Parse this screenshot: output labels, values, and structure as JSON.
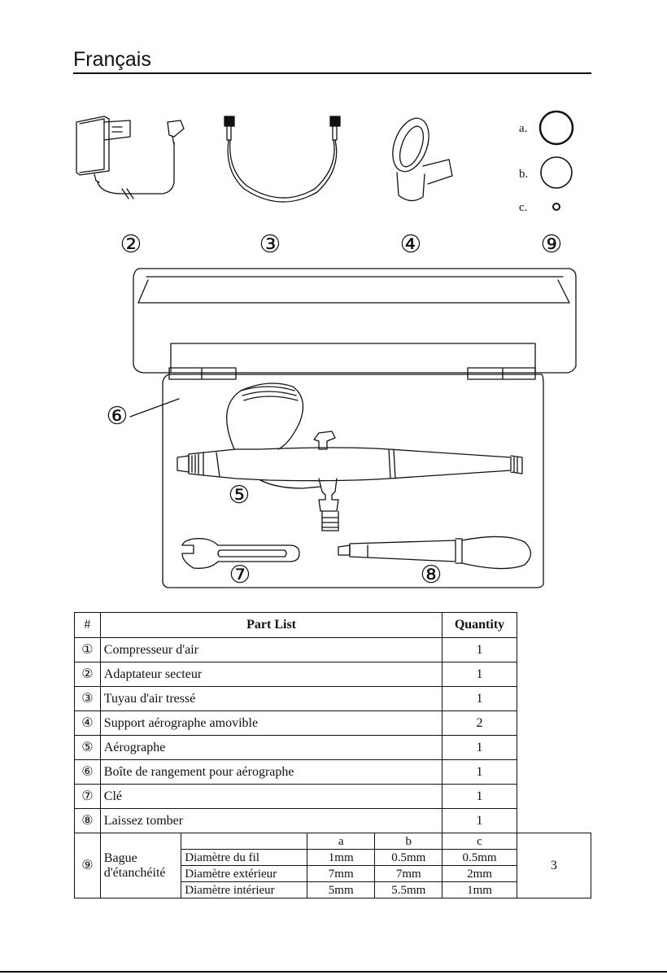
{
  "header": {
    "language_title": "Français"
  },
  "labels": {
    "adapter": "②",
    "hose": "③",
    "holder": "④",
    "seals": "⑨",
    "case": "⑥",
    "airbrush": "⑤",
    "wrench": "⑦",
    "dropper": "⑧"
  },
  "seal_rings": {
    "a": "a.",
    "b": "b.",
    "c": "c."
  },
  "table": {
    "headers": {
      "num": "#",
      "part_list": "Part List",
      "quantity": "Quantity"
    },
    "rows": [
      {
        "num": "①",
        "name": "Compresseur d'air",
        "qty": "1"
      },
      {
        "num": "②",
        "name": "Adaptateur secteur",
        "qty": "1"
      },
      {
        "num": "③",
        "name": "Tuyau d'air tressé",
        "qty": "1"
      },
      {
        "num": "④",
        "name": "Support aérographe amovible",
        "qty": "2"
      },
      {
        "num": "⑤",
        "name": "Aérographe",
        "qty": "1"
      },
      {
        "num": "⑥",
        "name": "Boîte de rangement pour aérographe",
        "qty": "1"
      },
      {
        "num": "⑦",
        "name": "Clé",
        "qty": "1"
      },
      {
        "num": "⑧",
        "name": "Laissez tomber",
        "qty": "1"
      }
    ],
    "seal_row": {
      "num": "⑨",
      "name_line1": "Bague",
      "name_line2": "d'étanchéité",
      "qty": "3",
      "col_heads": [
        "a",
        "b",
        "c"
      ],
      "sub_rows": [
        {
          "label": "Diamètre du fil",
          "a": "1mm",
          "b": "0.5mm",
          "c": "0.5mm"
        },
        {
          "label": "Diamètre extérieur",
          "a": "7mm",
          "b": "7mm",
          "c": "2mm"
        },
        {
          "label": "Diamètre intérieur",
          "a": "5mm",
          "b": "5.5mm",
          "c": "1mm"
        }
      ]
    }
  }
}
